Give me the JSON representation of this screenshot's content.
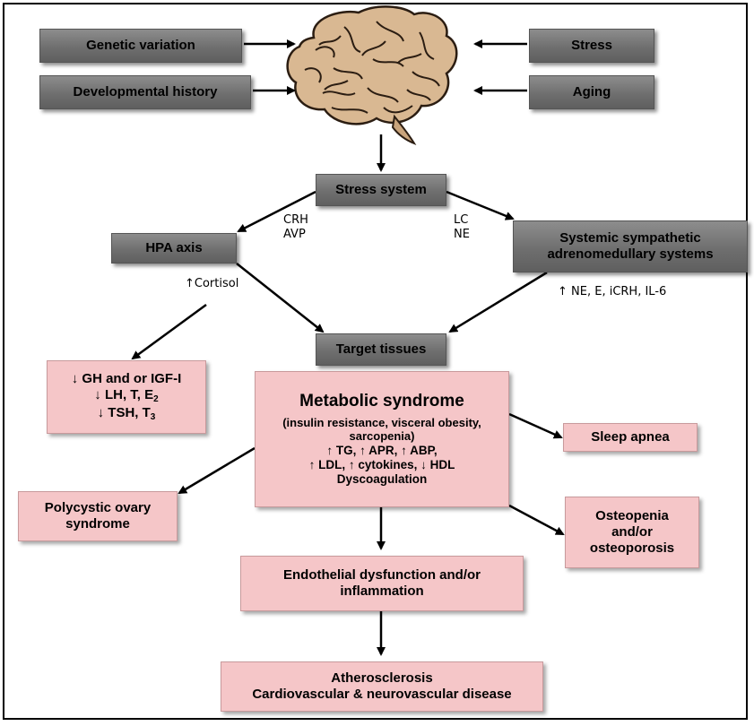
{
  "inputs": {
    "genetic": "Genetic variation",
    "developmental": "Developmental history",
    "stress": "Stress",
    "aging": "Aging"
  },
  "nodes": {
    "stress_system": "Stress system",
    "hpa_axis": "HPA axis",
    "sympathetic": "Systemic sympathetic adrenomedullary systems",
    "target_tissues": "Target tissues",
    "hormones": {
      "line1": "↓ GH and or IGF-I",
      "line2_main": "↓ LH, T, E",
      "line2_sub": "2",
      "line3_main": "↓ TSH, T",
      "line3_sub": "3"
    },
    "metabolic": {
      "title": "Metabolic syndrome",
      "subtitle": "(insulin resistance, visceral obesity, sarcopenia)",
      "line1": "↑ TG, ↑ APR, ↑ ABP,",
      "line2": "↑ LDL, ↑ cytokines,  ↓ HDL",
      "line3": "Dyscoagulation"
    },
    "sleep_apnea": "Sleep apnea",
    "pcos": "Polycystic ovary syndrome",
    "osteopenia": "Osteopenia and/or osteoporosis",
    "endothelial": "Endothelial dysfunction and/or inflammation",
    "atherosclerosis_line1": "Atherosclerosis",
    "atherosclerosis_line2": "Cardiovascular & neurovascular disease"
  },
  "labels": {
    "crh": "CRH",
    "avp": "AVP",
    "lc": "LC",
    "ne": "NE",
    "cortisol": "↑Cortisol",
    "sympathetic_outputs": "↑ NE, E, iCRH, IL-6"
  },
  "icons": {
    "brain": "brain-icon"
  },
  "colors": {
    "gray_box": "#7a7a7a",
    "pink_box": "#f5c6c8",
    "brain": "#d9b892"
  }
}
